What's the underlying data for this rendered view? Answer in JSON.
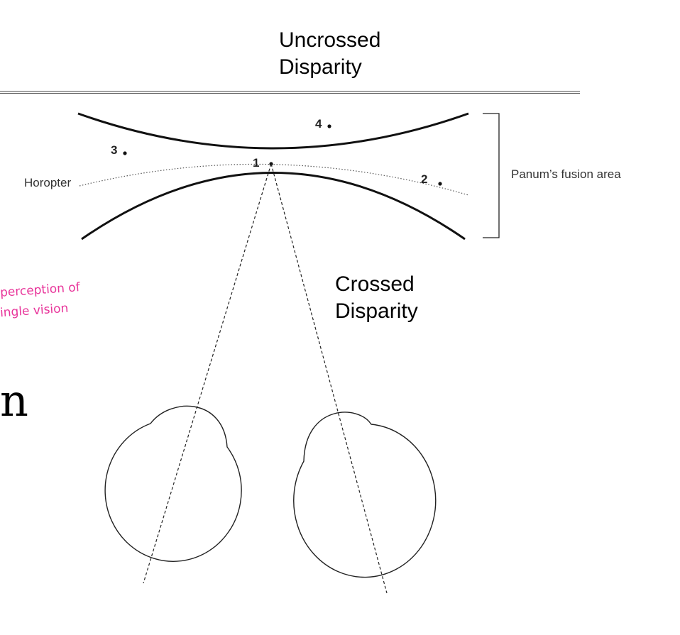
{
  "headings": {
    "uncrossed_line1": "Uncrossed",
    "uncrossed_line2": "Disparity",
    "crossed_line1": "Crossed",
    "crossed_line2": "Disparity"
  },
  "diagram": {
    "horopter_label": "Horopter",
    "panum_label": "Panum’s fusion area",
    "points": [
      "1",
      "2",
      "3",
      "4"
    ]
  },
  "handwritten_note": {
    "line1": "perception of",
    "line2": "ingle vision"
  },
  "cutoff_text": "n"
}
